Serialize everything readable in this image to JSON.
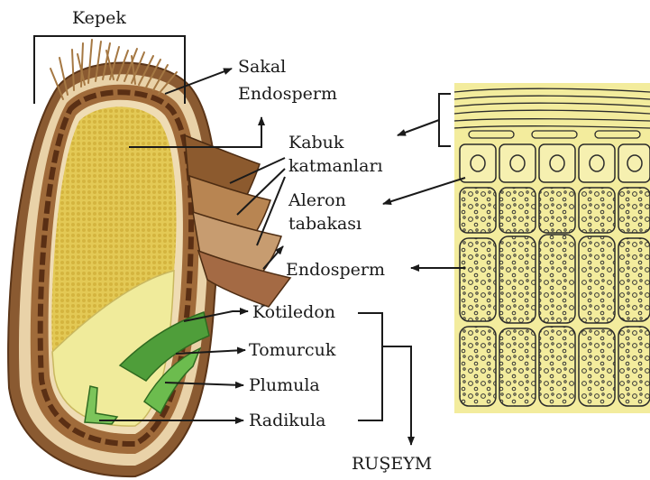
{
  "labels": {
    "kepek": "Kepek",
    "sakal": "Sakal",
    "endosperm_top": "Endosperm",
    "kabuk_1": "Kabuk",
    "kabuk_2": "katmanları",
    "aleron_1": "Aleron",
    "aleron_2": "tabakası",
    "endosperm_right": "Endosperm",
    "kotiledon": "Kotiledon",
    "tomurcuk": "Tomurcuk",
    "plumula": "Plumula",
    "radikula": "Radikula",
    "rusheym": "RUŞEYM"
  },
  "colors": {
    "seed_coat": "#9b6b3d",
    "seed_coat_dark": "#6b3f20",
    "endosperm": "#e6cc5c",
    "embryo_region": "#f1ec9f",
    "cotyledon": "#4f9e3a",
    "cell_fill": "#f3ec9d",
    "line": "#1a1a1a"
  }
}
